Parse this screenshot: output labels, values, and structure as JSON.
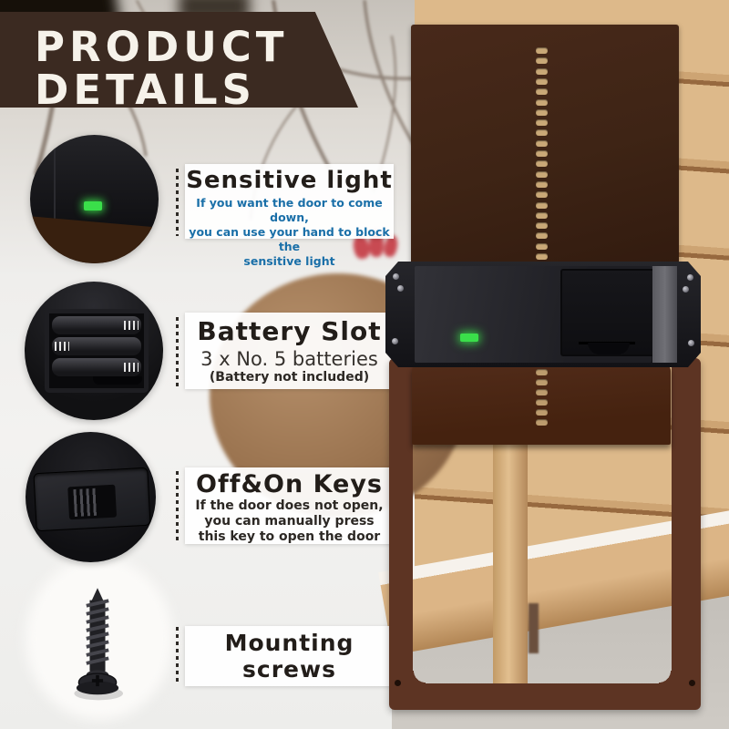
{
  "banner": {
    "line1": "PRODUCT",
    "line2": "DETAILS"
  },
  "features": [
    {
      "title": "Sensitive light",
      "photo": "device-corner-with-green-led",
      "desc_lines": [
        "If you want the door to come down,",
        "you can use your hand to block the",
        "sensitive light"
      ]
    },
    {
      "title": "Battery Slot",
      "photo": "battery-compartment",
      "desc_lines": [
        "3 x No. 5 batteries",
        "(Battery not included)"
      ]
    },
    {
      "title": "Off&On Keys",
      "photo": "manual-key-button",
      "desc_lines": [
        "If the door does not open,",
        "you can manually press",
        "this key to open the door"
      ]
    },
    {
      "title": "Mounting screws",
      "photo": "mounting-screw",
      "desc_lines": []
    }
  ],
  "colors": {
    "banner_brown": "#3b2a21",
    "panel_brown": "#3e2415",
    "frame_brown": "#5d3423",
    "door_brown": "#45220f",
    "led_green": "#3ade4a",
    "desc_blue": "#1a6fa8",
    "text_dark": "#221d19",
    "hole_tan": "#c9a877"
  }
}
